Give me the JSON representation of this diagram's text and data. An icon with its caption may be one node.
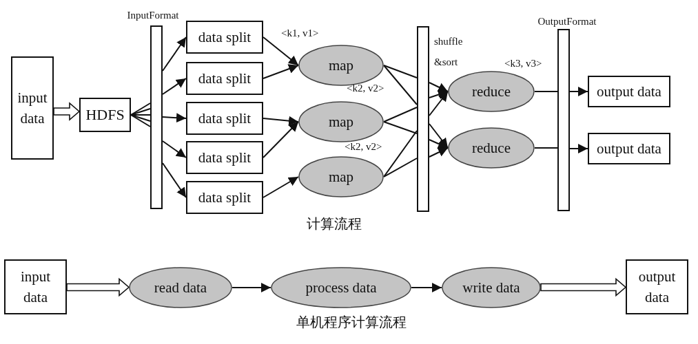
{
  "diagram": {
    "nodes": [
      {
        "text": [
          "input data"
        ]
      },
      {
        "text": [
          "HDFS"
        ]
      },
      {
        "text": [
          "InputFormat"
        ]
      },
      {
        "text": [
          "data split"
        ]
      },
      {
        "text": [
          "data split"
        ]
      },
      {
        "text": [
          "data split"
        ]
      },
      {
        "text": [
          "data split"
        ]
      },
      {
        "text": [
          "data split"
        ]
      },
      {
        "text": [
          "map"
        ]
      },
      {
        "text": [
          "map"
        ]
      },
      {
        "text": [
          "map"
        ]
      },
      {
        "text": [
          "shuffle &sort"
        ]
      },
      {
        "text": [
          "reduce"
        ]
      },
      {
        "text": [
          "reduce"
        ]
      },
      {
        "text": [
          "OutputFormat"
        ]
      },
      {
        "text": [
          "output data"
        ]
      },
      {
        "text": [
          "output data"
        ]
      },
      {
        "text": [
          "input data"
        ]
      },
      {
        "text": [
          "read data"
        ]
      },
      {
        "text": [
          "process data"
        ]
      },
      {
        "text": [
          "write data"
        ]
      },
      {
        "text": [
          "output data"
        ]
      }
    ],
    "edges": [
      {
        "from": 0,
        "to": 1,
        "arrow": "to",
        "style": "thick"
      },
      {
        "from": 1,
        "to": 2,
        "arrow": "none"
      },
      {
        "from": 1,
        "to": 2,
        "arrow": "none"
      },
      {
        "from": 1,
        "to": 2,
        "arrow": "none"
      },
      {
        "from": 1,
        "to": 2,
        "arrow": "none"
      },
      {
        "from": 1,
        "to": 2,
        "arrow": "none"
      },
      {
        "from": 2,
        "to": 3,
        "arrow": "to"
      },
      {
        "from": 2,
        "to": 4,
        "arrow": "to"
      },
      {
        "from": 2,
        "to": 5,
        "arrow": "to"
      },
      {
        "from": 2,
        "to": 6,
        "arrow": "to"
      },
      {
        "from": 2,
        "to": 7,
        "arrow": "to"
      },
      {
        "from": 3,
        "to": 8,
        "arrow": "to"
      },
      {
        "from": 4,
        "to": 8,
        "arrow": "to"
      },
      {
        "from": 5,
        "to": 9,
        "arrow": "to"
      },
      {
        "from": 6,
        "to": 9,
        "arrow": "to"
      },
      {
        "from": 7,
        "to": 10,
        "arrow": "to"
      },
      {
        "from": 8,
        "to": 11,
        "arrow": "none"
      },
      {
        "from": 8,
        "to": 11,
        "arrow": "none"
      },
      {
        "from": 9,
        "to": 11,
        "arrow": "none"
      },
      {
        "from": 9,
        "to": 11,
        "arrow": "none"
      },
      {
        "from": 10,
        "to": 11,
        "arrow": "none"
      },
      {
        "from": 10,
        "to": 11,
        "arrow": "none"
      },
      {
        "from": 11,
        "to": 12,
        "arrow": "to"
      },
      {
        "from": 11,
        "to": 12,
        "arrow": "to"
      },
      {
        "from": 11,
        "to": 12,
        "arrow": "to"
      },
      {
        "from": 11,
        "to": 13,
        "arrow": "to"
      },
      {
        "from": 11,
        "to": 13,
        "arrow": "to"
      },
      {
        "from": 11,
        "to": 13,
        "arrow": "to"
      },
      {
        "from": 12,
        "to": 14,
        "arrow": "none"
      },
      {
        "from": 13,
        "to": 14,
        "arrow": "none"
      },
      {
        "from": 14,
        "to": 15,
        "arrow": "to"
      },
      {
        "from": 14,
        "to": 16,
        "arrow": "to"
      },
      {
        "from": 17,
        "to": 18,
        "arrow": "to",
        "style": "thick"
      },
      {
        "from": 18,
        "to": 19,
        "arrow": "to"
      },
      {
        "from": 19,
        "to": 20,
        "arrow": "to"
      },
      {
        "from": 20,
        "to": 21,
        "arrow": "to",
        "style": "thick"
      }
    ],
    "labels": [
      "<k1, v1>",
      "<k2, v2>",
      "<k3, v3>",
      "<k2, v2>",
      "计算流程",
      "单机程序计算流程"
    ]
  }
}
